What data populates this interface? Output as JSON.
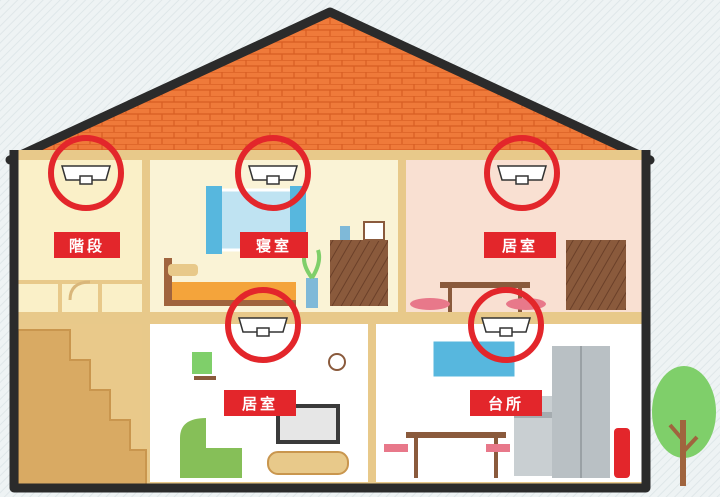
{
  "rooms": {
    "stairs": {
      "label": "階段"
    },
    "bedroom": {
      "label": "寝室"
    },
    "living_upper": {
      "label": "居室"
    },
    "living_lower": {
      "label": "居室"
    },
    "kitchen": {
      "label": "台所"
    }
  },
  "colors": {
    "roof": "#ef7a3a",
    "frame": "#2b2b2b",
    "highlight_ring": "#e3262b",
    "label_bg": "#e3262b",
    "label_text": "#ffffff",
    "wall_upper_left": "#faf0c8",
    "wall_upper_right": "#f9e0d2",
    "wall_lower": "#ffffff",
    "floor_beam": "#e8c98a",
    "tree": "#7fcf6a"
  },
  "icons": {
    "detector": "smoke-detector-icon",
    "tree": "tree-icon"
  }
}
